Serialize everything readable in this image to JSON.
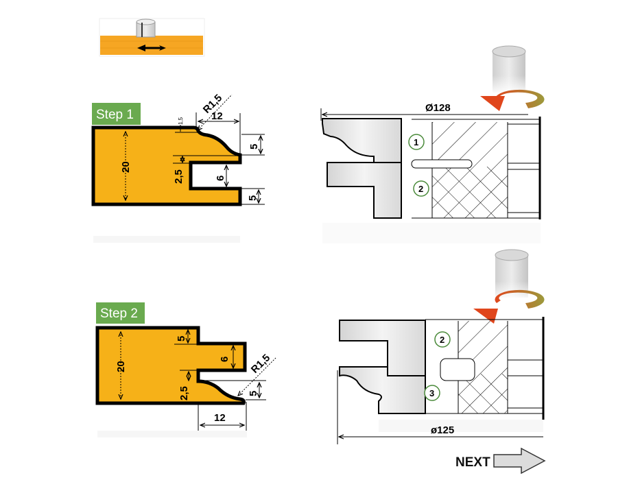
{
  "colors": {
    "profile_fill": "#F6B118",
    "step_badge": "#6AAA4F",
    "knife_fill": "#DCDCDC",
    "arrow_orange": "#E0461C",
    "arrow_olive": "#9C9A3C"
  },
  "step1": {
    "label": "Step 1",
    "dims": {
      "height": "20",
      "width": "12",
      "radius": "R1,5",
      "small": "1,5",
      "top": "5",
      "offset": "2,5",
      "groove": "6",
      "bottom": "5"
    }
  },
  "step2": {
    "label": "Step 2",
    "dims": {
      "height": "20",
      "top": "5",
      "tongue": "6",
      "offset": "2,5",
      "profile": "5",
      "radius": "R1,5",
      "width": "12"
    }
  },
  "cutter1": {
    "diameter": "Ø128",
    "knives": [
      "1",
      "2"
    ]
  },
  "cutter2": {
    "diameter": "ø125",
    "knives": [
      "2",
      "3"
    ]
  },
  "next_button": {
    "label": "NEXT"
  }
}
